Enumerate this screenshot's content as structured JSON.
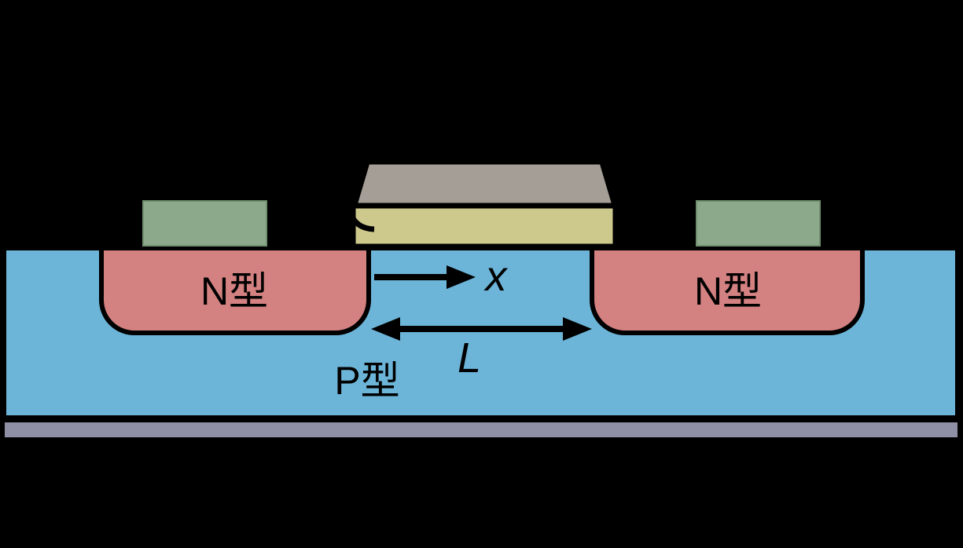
{
  "labels": {
    "n_region_left": "N型",
    "n_region_right": "N型",
    "p_region": "P型",
    "x_axis": "x",
    "channel_length": "L"
  },
  "colors": {
    "background": "#000000",
    "substrate_fill": "#6cb5d8",
    "n_region_fill": "#d38181",
    "contact_fill": "#8da98b",
    "gate_oxide_fill": "#cdc98c",
    "gate_electrode_fill": "#a49e97",
    "back_layer_fill": "#8f8fa5",
    "outline": "#000000"
  }
}
